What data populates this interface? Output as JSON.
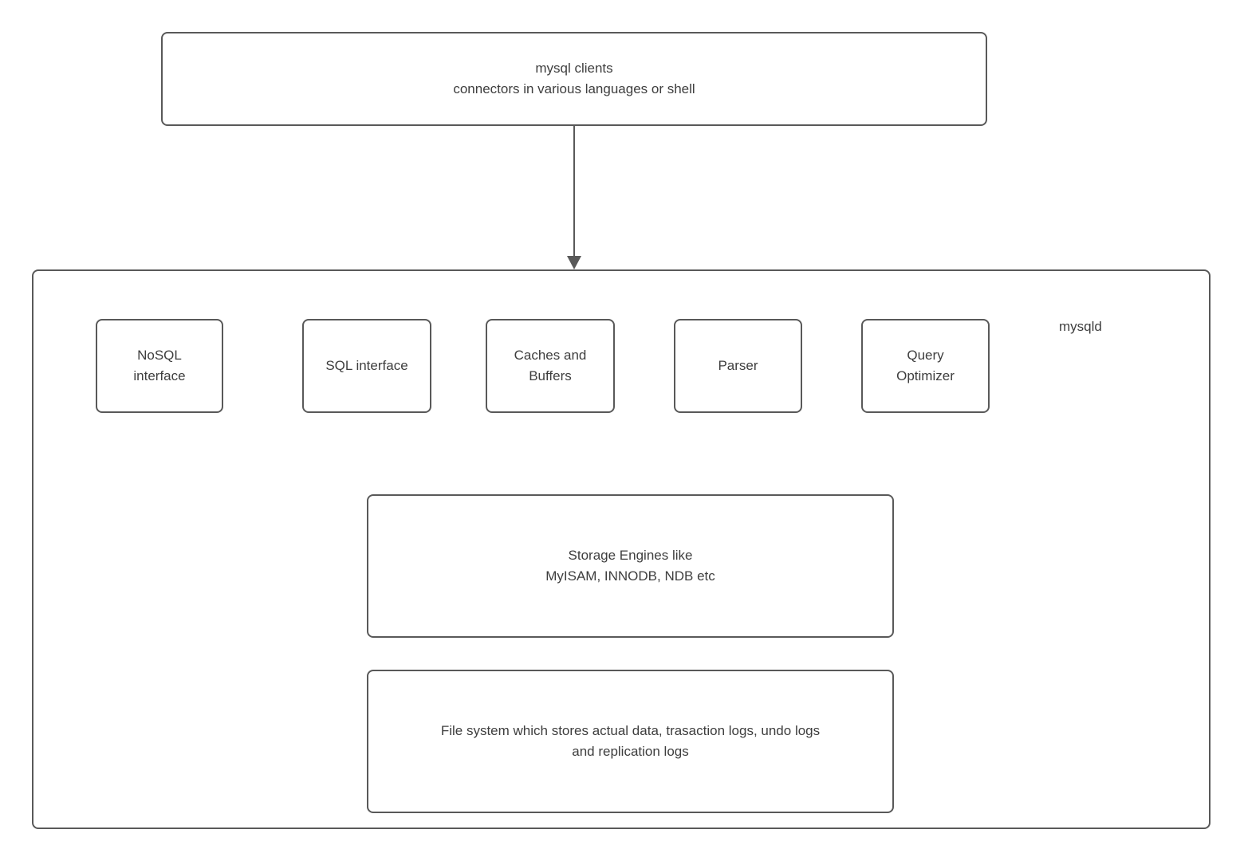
{
  "diagram": {
    "title_hint": "MySQL architecture diagram",
    "client_box": {
      "label": "mysql clients\nconnectors in various languages or shell"
    },
    "arrow": {
      "from": "client_box",
      "to": "server_container",
      "direction": "down"
    },
    "server_container": {
      "label": "mysqld"
    },
    "interface_nodes": [
      {
        "label": "NoSQL\ninterface"
      },
      {
        "label": "SQL interface"
      },
      {
        "label": "Caches and\nBuffers"
      },
      {
        "label": "Parser"
      },
      {
        "label": "Query\nOptimizer"
      }
    ],
    "storage_box": {
      "label": "Storage Engines like\nMyISAM, INNODB, NDB etc"
    },
    "filesystem_box": {
      "label": "File system which stores actual data, trasaction logs, undo logs\nand replication logs"
    },
    "colors": {
      "border": "#595959",
      "text": "#3e3e3e",
      "background": "#ffffff"
    }
  }
}
